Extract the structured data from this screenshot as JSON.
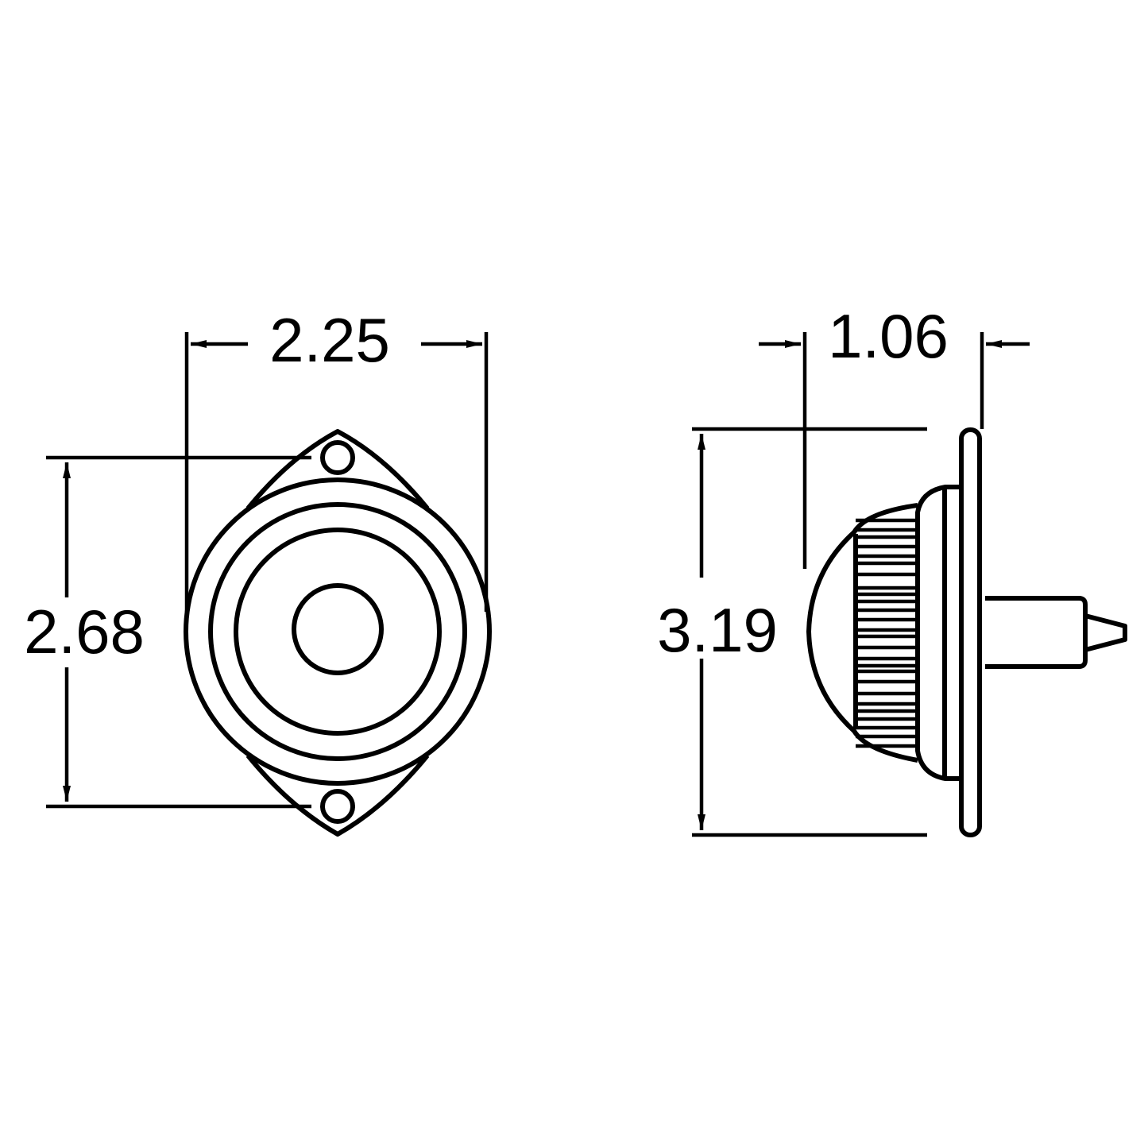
{
  "drawing": {
    "type": "technical-dimension-drawing",
    "subject": "round marker lamp with mounting flange",
    "units": "in",
    "colors": {
      "line": "#000000",
      "background": "#ffffff"
    }
  },
  "front_view": {
    "dimensions": {
      "width": {
        "label": "2.25",
        "orientation": "horizontal"
      },
      "hole_spacing": {
        "label": "2.68",
        "orientation": "vertical"
      }
    },
    "features": [
      "outer-lens-ring",
      "middle-ring",
      "inner-ring",
      "center-lens",
      "mounting-flange",
      "top-bolt-hole",
      "bottom-bolt-hole"
    ]
  },
  "side_view": {
    "dimensions": {
      "depth": {
        "label": "1.06",
        "orientation": "horizontal"
      },
      "height": {
        "label": "3.19",
        "orientation": "vertical"
      }
    },
    "features": [
      "dome-lens",
      "ribbed-section",
      "bezel",
      "mounting-plate",
      "connector-plug"
    ]
  }
}
